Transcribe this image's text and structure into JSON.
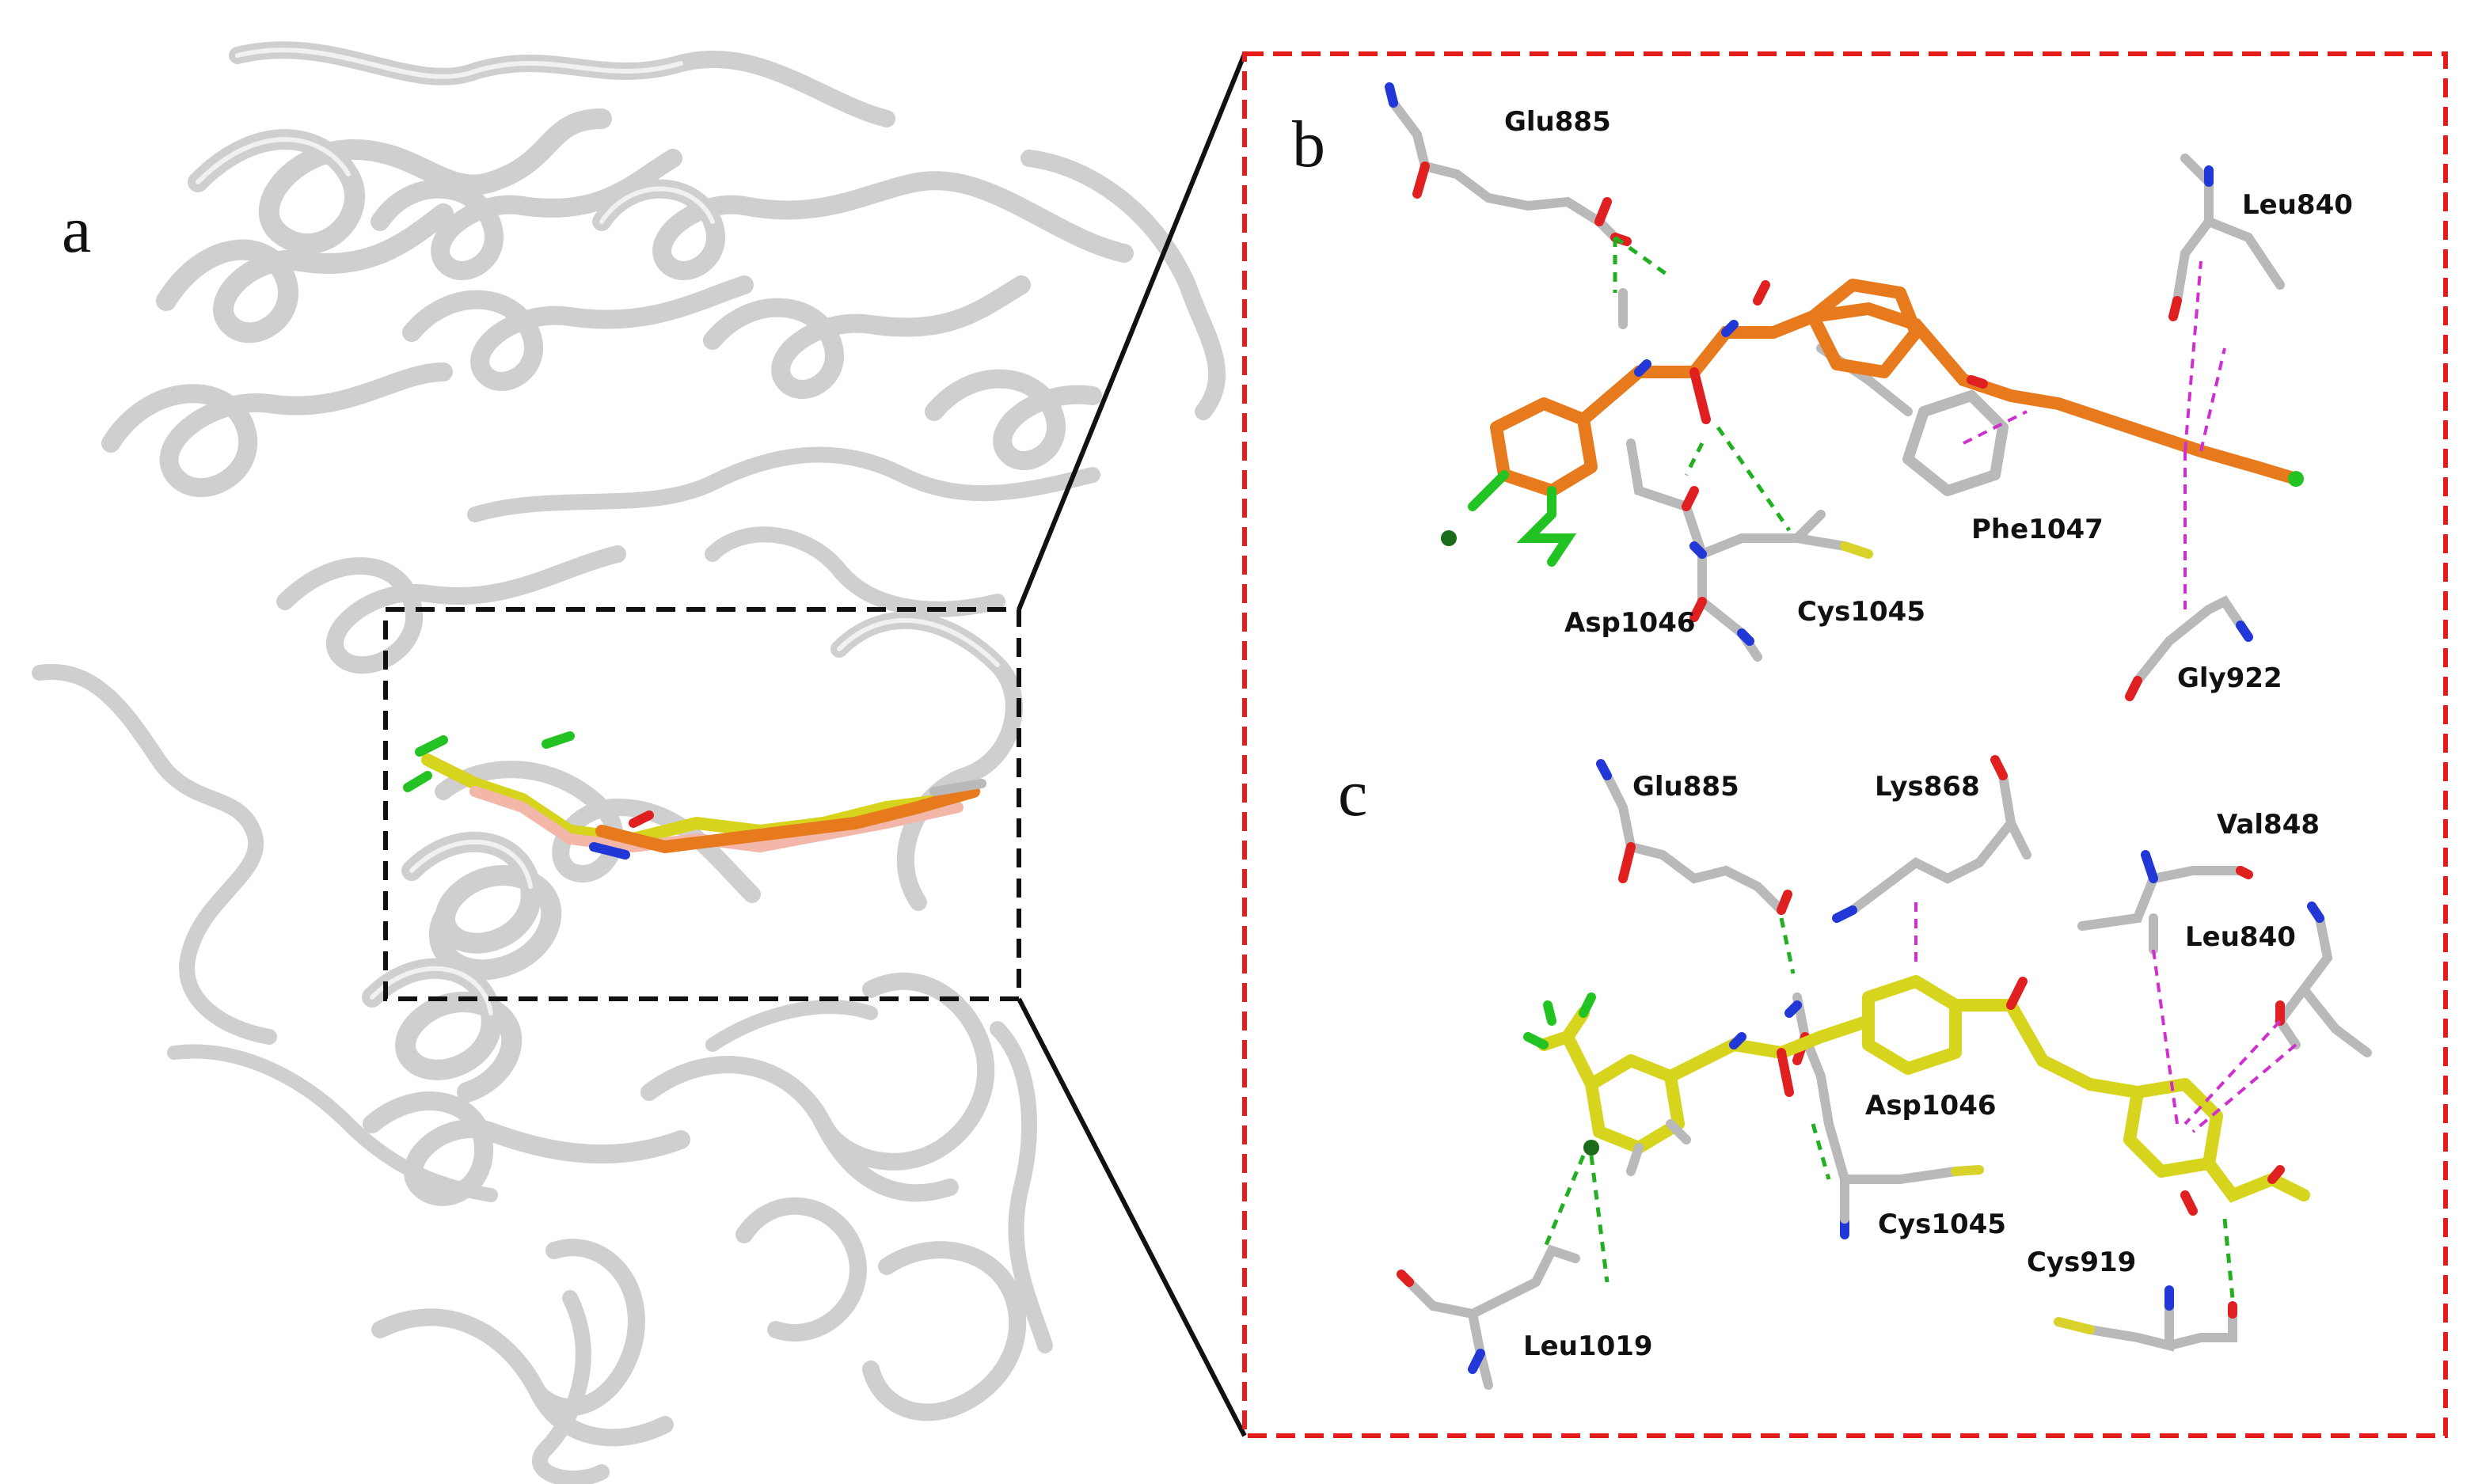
{
  "panels": {
    "a": {
      "letter": "a"
    },
    "b": {
      "letter": "b",
      "residues": {
        "glu885": "Glu885",
        "leu840": "Leu840",
        "phe1047": "Phe1047",
        "asp1046": "Asp1046",
        "cys1045": "Cys1045",
        "gly922": "Gly922"
      }
    },
    "c": {
      "letter": "c",
      "residues": {
        "glu885": "Glu885",
        "lys868": "Lys868",
        "val848": "Val848",
        "leu840": "Leu840",
        "asp1046": "Asp1046",
        "cys1045": "Cys1045",
        "cys919": "Cys919",
        "leu1019": "Leu1019"
      }
    }
  },
  "colors": {
    "protein_ribbon": "#d0d0d0",
    "ligand_b": "#e87a1e",
    "ligand_c": "#d6d41c",
    "ligand_pink": "#f2b7a8",
    "nitrogen": "#2238d6",
    "oxygen": "#e02020",
    "halogen_fluorine": "#22c322",
    "halogen_chlorine": "#1a6b1a",
    "hydrogen_bond": "#22b022",
    "pi_interaction": "#d02fd0",
    "zoom_box": "#111111",
    "detail_frame": "#e51c1c"
  }
}
